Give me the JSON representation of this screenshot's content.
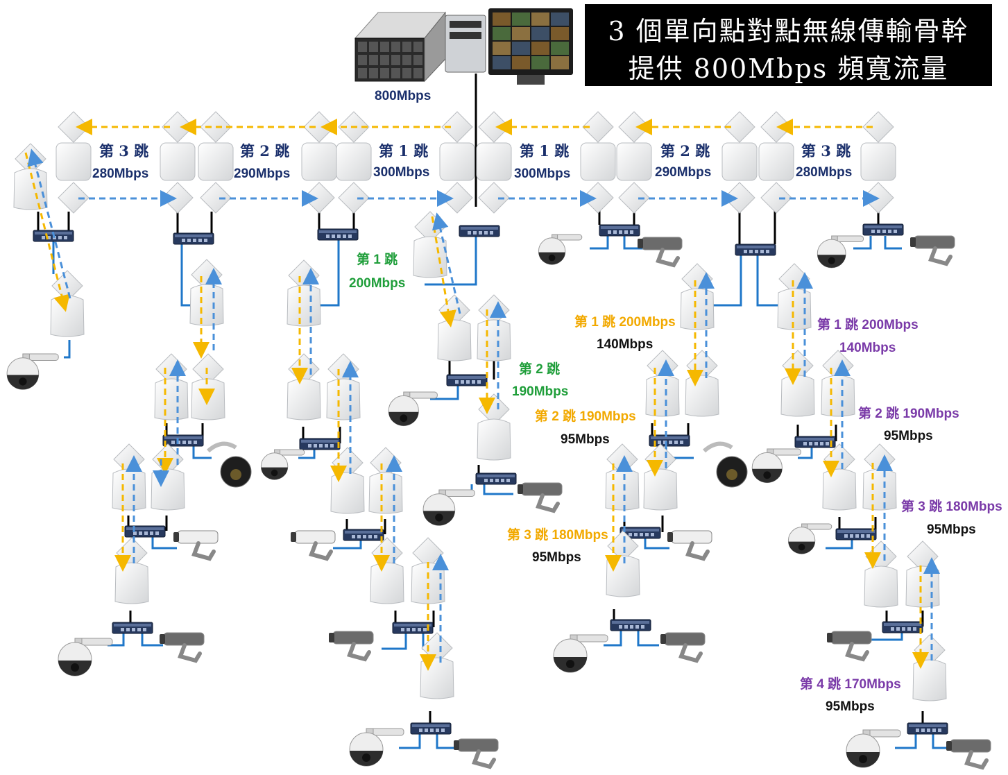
{
  "title": {
    "line1": "3 個單向點對點無線傳輸骨幹",
    "line2": "提供 800Mbps 頻寬流量"
  },
  "labels": {
    "server_rate": "800Mbps",
    "bb_hop3": "第 3 跳",
    "bb_hop2": "第 2 跳",
    "bb_hop1": "第 1 跳",
    "bb_280": "280Mbps",
    "bb_290": "290Mbps",
    "bb_300": "300Mbps",
    "c_hop1": "第 1 跳",
    "c_200": "200Mbps",
    "c_hop2": "第 2 跳",
    "c_190": "190Mbps",
    "o_hop1": "第 1 跳 200Mbps",
    "o_140": "140Mbps",
    "o_hop2": "第 2 跳 190Mbps",
    "o_95a": "95Mbps",
    "o_hop3": "第 3 跳 180Mbps",
    "o_95b": "95Mbps",
    "p_hop1": "第 1 跳 200Mbps",
    "p_140": "140Mbps",
    "p_hop2": "第 2 跳 190Mbps",
    "p_95a": "95Mbps",
    "p_hop3": "第 3 跳 180Mbps",
    "p_95b": "95Mbps",
    "p_hop4": "第 4 跳 170Mbps",
    "p_95c": "95Mbps"
  },
  "colors": {
    "downlink": "#f5b800",
    "uplink": "#4a90d9",
    "cable": "#1f77c9",
    "backbone_wire": "#000000"
  },
  "icons": [
    "server-rack-icon",
    "pc-tower-icon",
    "monitor-icon",
    "access-point-icon",
    "switch-icon",
    "dome-camera-icon",
    "bullet-camera-icon"
  ]
}
